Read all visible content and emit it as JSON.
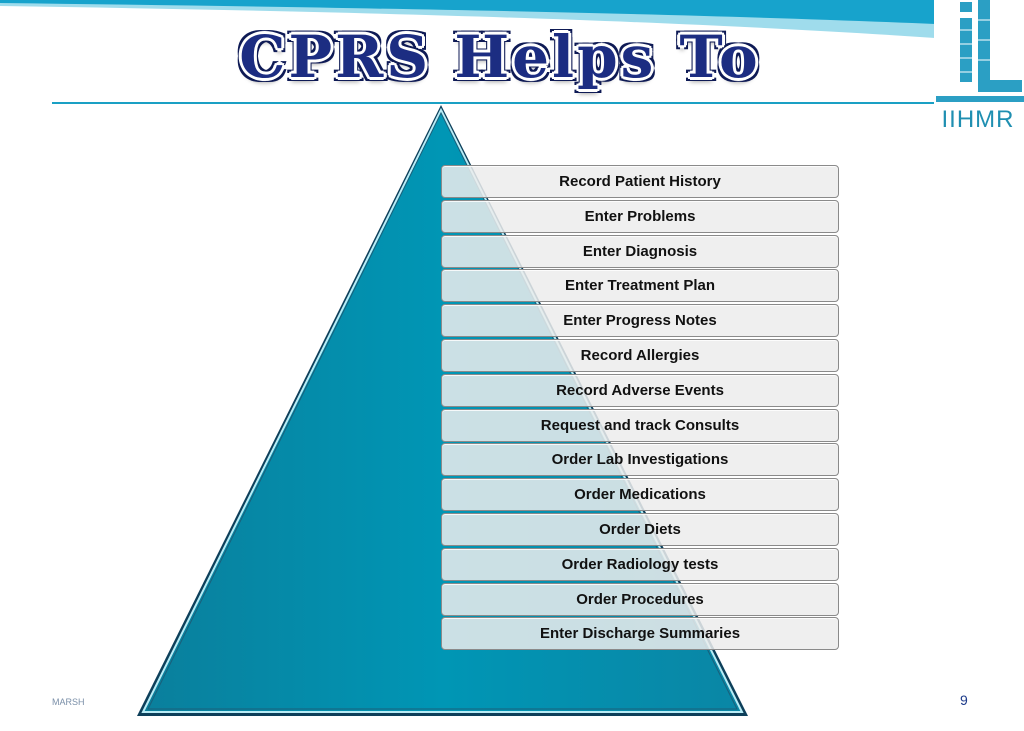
{
  "slide": {
    "title": "CPRS Helps To",
    "footer_left": "MARSH",
    "page_number": "9"
  },
  "logo": {
    "text": "IIHMR"
  },
  "steps": [
    "Record Patient History",
    "Enter Problems",
    "Enter Diagnosis",
    "Enter Treatment Plan",
    "Enter Progress Notes",
    "Record Allergies",
    "Record Adverse Events",
    "Request and track Consults",
    "Order Lab Investigations",
    "Order Medications",
    "Order Diets",
    "Order Radiology tests",
    "Order Procedures",
    "Enter Discharge Summaries"
  ],
  "colors": {
    "pyramid_fill": "#0094b3",
    "title_blue": "#1c2d82",
    "banner_blue": "#17a3cc",
    "logo_blue": "#1f8fb1"
  }
}
